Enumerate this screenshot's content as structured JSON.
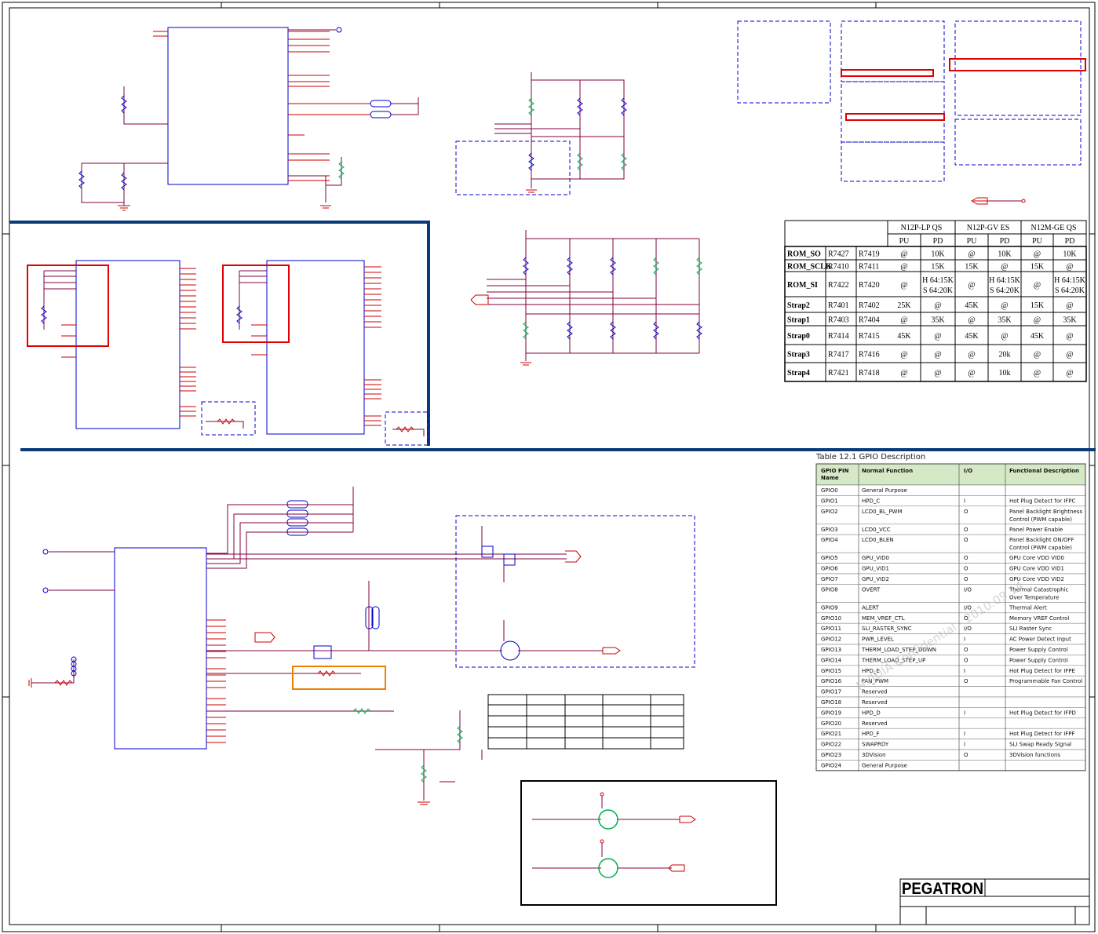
{
  "strap_table": {
    "headers": [
      {
        "label": "N12P-LP QS"
      },
      {
        "label": "N12P-GV ES"
      },
      {
        "label": "N12M-GE QS"
      }
    ],
    "subheaders": [
      "PU",
      "PD",
      "PU",
      "PD",
      "PU",
      "PD"
    ],
    "rows": [
      {
        "name": "ROM_SO",
        "pu_ref": "R7427",
        "pd_ref": "R7419",
        "cells": [
          "@",
          "10K",
          "@",
          "10K",
          "@",
          "10K"
        ]
      },
      {
        "name": "ROM_SCLK",
        "pu_ref": "R7410",
        "pd_ref": "R7411",
        "cells": [
          "@",
          "15K",
          "15K",
          "@",
          "15K",
          "@"
        ]
      },
      {
        "name": "ROM_SI",
        "pu_ref": "R7422",
        "pd_ref": "R7420",
        "cells": [
          "@",
          "H 64:15K",
          "@",
          "H 64:15K",
          "@",
          "H 64:15K"
        ],
        "cells2": [
          "",
          "S 64:20K",
          "",
          "S 64:20K",
          "",
          "S 64:20K"
        ]
      },
      {
        "name": "Strap2",
        "pu_ref": "R7401",
        "pd_ref": "R7402",
        "cells": [
          "25K",
          "@",
          "45K",
          "@",
          "15K",
          "@"
        ]
      },
      {
        "name": "Strap1",
        "pu_ref": "R7403",
        "pd_ref": "R7404",
        "cells": [
          "@",
          "35K",
          "@",
          "35K",
          "@",
          "35K"
        ]
      },
      {
        "name": "Strap0",
        "pu_ref": "R7414",
        "pd_ref": "R7415",
        "cells": [
          "45K",
          "@",
          "45K",
          "@",
          "45K",
          "@"
        ]
      },
      {
        "name": "Strap3",
        "pu_ref": "R7417",
        "pd_ref": "R7416",
        "cells": [
          "@",
          "@",
          "@",
          "20k",
          "@",
          "@"
        ]
      },
      {
        "name": "Strap4",
        "pu_ref": "R7421",
        "pd_ref": "R7418",
        "cells": [
          "@",
          "@",
          "@",
          "10k",
          "@",
          "@"
        ]
      }
    ]
  },
  "gpio_table": {
    "title": "Table 12.1   GPIO Description",
    "headers": {
      "pin": "GPIO PIN",
      "pin2": "Name",
      "func": "Normal Function",
      "io": "I/O",
      "desc": "Functional Description"
    },
    "rows": [
      {
        "pin": "GPIO0",
        "func": "General Purpose",
        "io": "",
        "desc": ""
      },
      {
        "pin": "GPIO1",
        "func": "HPD_C",
        "io": "I",
        "desc": "Hot Plug Detect for IFPC"
      },
      {
        "pin": "GPIO2",
        "func": "LCD0_BL_PWM",
        "io": "O",
        "desc": "Panel Backlight Brightness",
        "desc2": "Control (PWM capable)"
      },
      {
        "pin": "GPIO3",
        "func": "LCD0_VCC",
        "io": "O",
        "desc": "Panel Power Enable"
      },
      {
        "pin": "GPIO4",
        "func": "LCD0_BLEN",
        "io": "O",
        "desc": "Panel Backlight ON/OFF",
        "desc2": "Control (PWM capable)"
      },
      {
        "pin": "GPIO5",
        "func": "GPU_VID0",
        "io": "O",
        "desc": "GPU Core VDD VID0"
      },
      {
        "pin": "GPIO6",
        "func": "GPU_VID1",
        "io": "O",
        "desc": "GPU Core VDD VID1"
      },
      {
        "pin": "GPIO7",
        "func": "GPU_VID2",
        "io": "O",
        "desc": "GPU Core VDD VID2"
      },
      {
        "pin": "GPIO8",
        "func": "OVERT",
        "io": "I/O",
        "desc": "Thermal Catastrophic",
        "desc2": "Over Temperature"
      },
      {
        "pin": "GPIO9",
        "func": "ALERT",
        "io": "I/O",
        "desc": "Thermal Alert"
      },
      {
        "pin": "GPIO10",
        "func": "MEM_VREF_CTL",
        "io": "O",
        "desc": "Memory VREF Control"
      },
      {
        "pin": "GPIO11",
        "func": "SLI_RASTER_SYNC",
        "io": "I/O",
        "desc": "SLI Raster Sync"
      },
      {
        "pin": "GPIO12",
        "func": "PWR_LEVEL",
        "io": "I",
        "desc": "AC Power Detect Input"
      },
      {
        "pin": "GPIO13",
        "func": "THERM_LOAD_STEP_DOWN",
        "io": "O",
        "desc": "Power Supply Control"
      },
      {
        "pin": "GPIO14",
        "func": "THERM_LOAD_STEP_UP",
        "io": "O",
        "desc": "Power Supply Control"
      },
      {
        "pin": "GPIO15",
        "func": "HPD_E",
        "io": "I",
        "desc": "Hot Plug Detect for IFPE"
      },
      {
        "pin": "GPIO16",
        "func": "FAN_PWM",
        "io": "O",
        "desc": "Programmable Fan Control"
      },
      {
        "pin": "GPIO17",
        "func": "Reserved",
        "io": "",
        "desc": ""
      },
      {
        "pin": "GPIO18",
        "func": "Reserved",
        "io": "",
        "desc": ""
      },
      {
        "pin": "GPIO19",
        "func": "HPD_D",
        "io": "I",
        "desc": "Hot Plug Detect for IFPD"
      },
      {
        "pin": "GPIO20",
        "func": "Reserved",
        "io": "",
        "desc": ""
      },
      {
        "pin": "GPIO21",
        "func": "HPD_F",
        "io": "I",
        "desc": "Hot Plug Detect for IFPF"
      },
      {
        "pin": "GPIO22",
        "func": "SWAPRDY",
        "io": "I",
        "desc": "SLI Swap Ready Signal"
      },
      {
        "pin": "GPIO23",
        "func": "3DVision",
        "io": "O",
        "desc": "3DVision functions"
      },
      {
        "pin": "GPIO24",
        "func": "General Purpose",
        "io": "",
        "desc": ""
      }
    ]
  },
  "watermark": "NVIDIA Confidential - 2010.09.14",
  "title_block": {
    "company": "PEGATRON"
  },
  "colors": {
    "wire": "#800040",
    "part": "#0000cc",
    "pin": "#cc0000",
    "border_blue": "#0a3a7a",
    "highlight_red": "#e00000",
    "highlight_orange": "#f08000",
    "green_part": "#00b050"
  }
}
